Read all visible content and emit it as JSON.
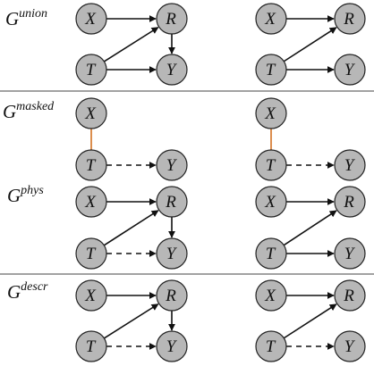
{
  "colors": {
    "node_fill": "#b7b7b7",
    "node_stroke": "#222222",
    "undirected_edge": "#d9823b"
  },
  "graphs": [
    {
      "id": "union",
      "base": "G",
      "sup": "union"
    },
    {
      "id": "masked",
      "base": "G",
      "sup": "masked"
    },
    {
      "id": "phys",
      "base": "G",
      "sup": "phys"
    },
    {
      "id": "descr",
      "base": "G",
      "sup": "descr"
    }
  ],
  "node_labels": {
    "X": "X",
    "R": "R",
    "T": "T",
    "Y": "Y"
  },
  "edges": [
    {
      "from": "X",
      "to": "R",
      "kind": "directed"
    },
    {
      "from": "T",
      "to": "R",
      "kind": "directed"
    },
    {
      "from": "R",
      "to": "Y",
      "kind": "directed"
    },
    {
      "from": "T",
      "to": "Y",
      "kind": "dashed"
    },
    {
      "from": "X",
      "to": "T",
      "kind": "undirected"
    }
  ]
}
